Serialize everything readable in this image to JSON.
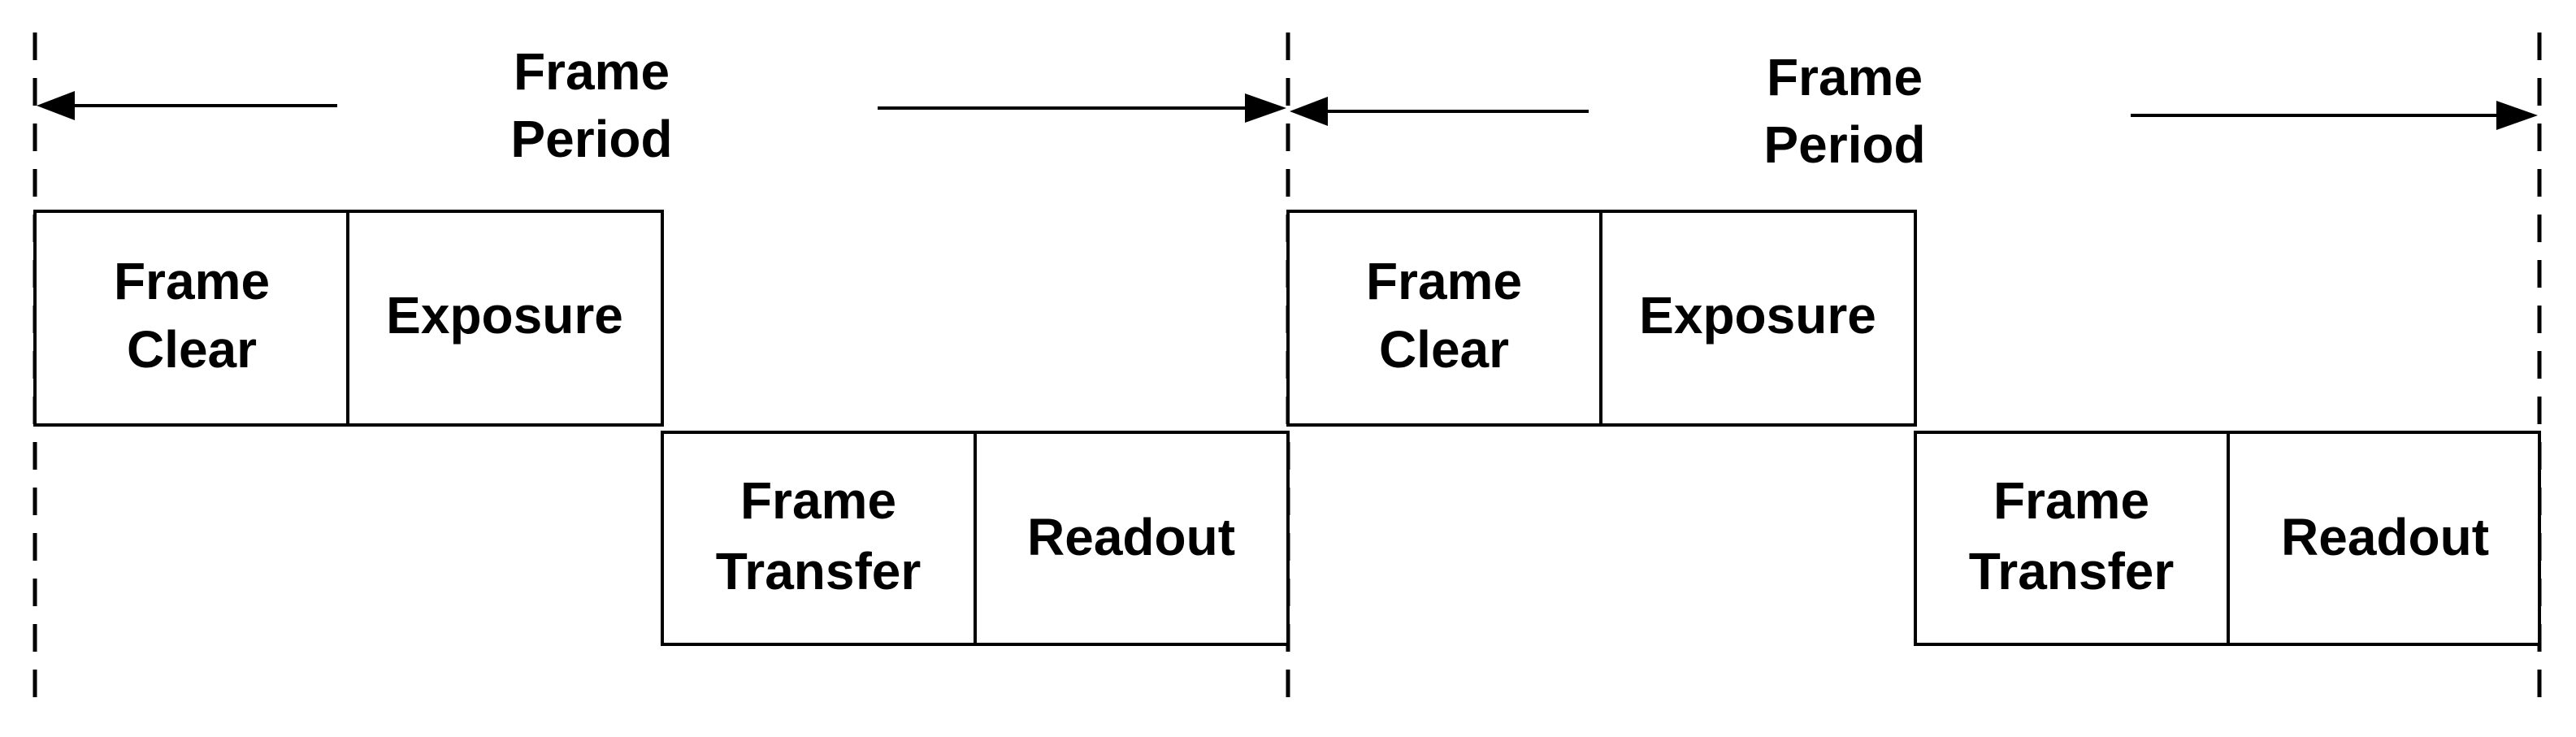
{
  "diagram": {
    "frame_period_label": {
      "line1": "Frame",
      "line2": "Period"
    },
    "frame_clear_label": {
      "line1": "Frame",
      "line2": "Clear"
    },
    "exposure_label": "Exposure",
    "frame_transfer_label": {
      "line1": "Frame",
      "line2": "Transfer"
    },
    "readout_label": "Readout"
  },
  "colors": {
    "line": "#000000",
    "background": "#ffffff"
  }
}
